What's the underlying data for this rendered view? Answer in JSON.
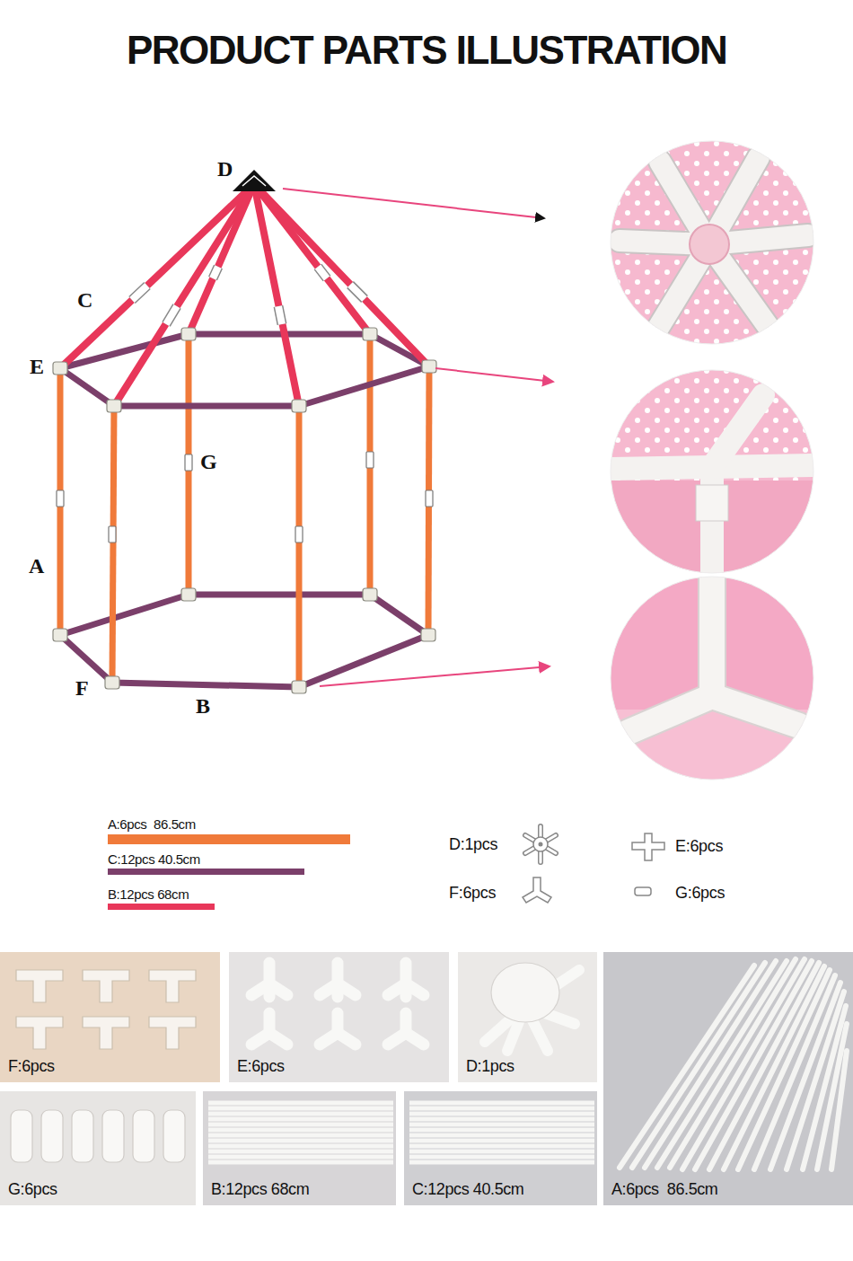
{
  "diagram": {
    "title": "PRODUCT PARTS ILLUSTRATION",
    "nodes": [
      {
        "text": [
          "F:6pcs"
        ]
      },
      {
        "text": [
          "E:6pcs"
        ]
      },
      {
        "text": [
          "D:1pcs"
        ]
      },
      {
        "text": [
          "G:6pcs"
        ]
      },
      {
        "text": [
          "B:12pcs 68cm"
        ]
      },
      {
        "text": [
          "C:12pcs 40.5cm"
        ]
      },
      {
        "text": [
          "A:6pcs  86.5cm"
        ]
      }
    ],
    "labels": [
      "D",
      "C",
      "E",
      "G",
      "A",
      "F",
      "B"
    ],
    "legend": [
      {
        "text": "A:6pcs  86.5cm",
        "color": "#f07a3a"
      },
      {
        "text": "C:12pcs 40.5cm",
        "color": "#7b3f6a"
      },
      {
        "text": "B:12pcs 68cm",
        "color": "#e8375a"
      },
      {
        "text": "D:1pcs"
      },
      {
        "text": "E:6pcs"
      },
      {
        "text": "F:6pcs"
      },
      {
        "text": "G:6pcs"
      }
    ]
  }
}
